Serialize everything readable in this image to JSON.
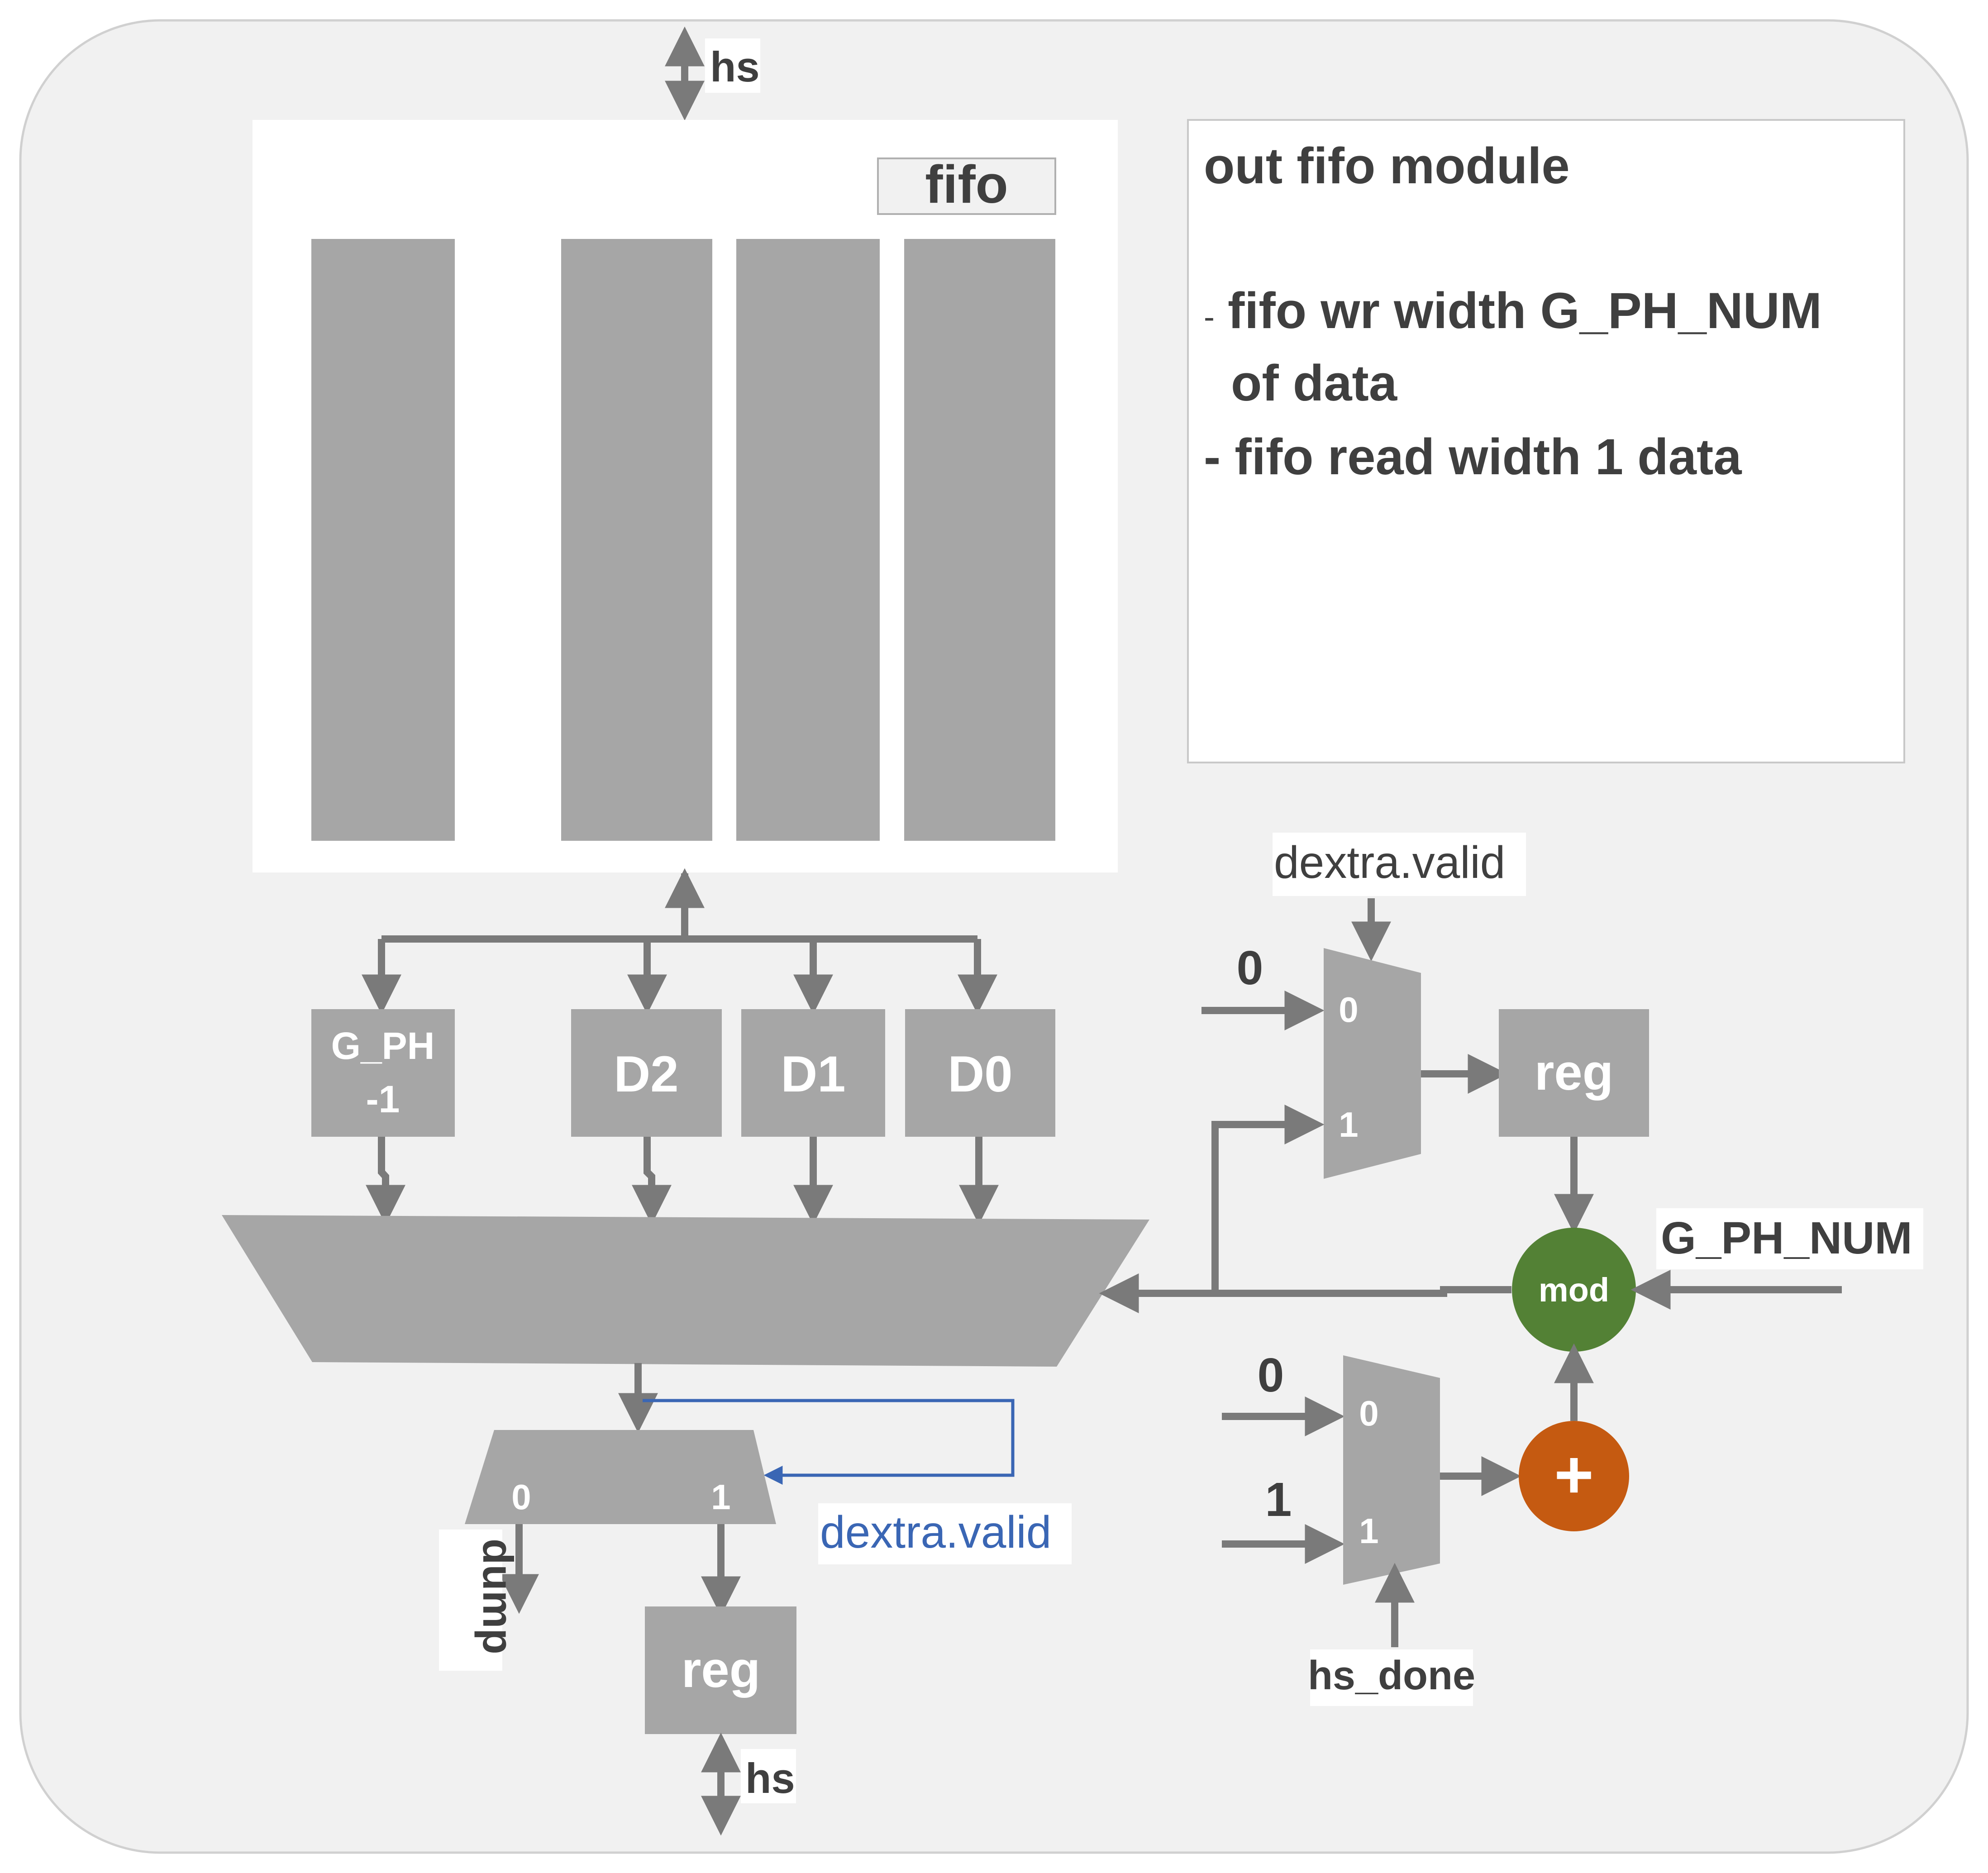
{
  "fifo_label": "fifo",
  "hs_top": "hs",
  "hs_bottom": "hs",
  "module_note": {
    "title": "out fifo module",
    "line1_dash": "-",
    "line1": "fifo wr width G_PH_NUM",
    "line2": "of data",
    "line3": "- fifo read width 1 data"
  },
  "registers": {
    "gph_line1": "G_PH",
    "gph_line2": "-1",
    "d2": "D2",
    "d1": "D1",
    "d0": "D0"
  },
  "out_mux": {
    "in0": "0",
    "in1": "1",
    "dump": "dump",
    "select": "dextra.valid"
  },
  "out_reg": "reg",
  "top_mux": {
    "select": "dextra.valid",
    "const_in": "0",
    "in0": "0",
    "in1": "1"
  },
  "top_reg": "reg",
  "mod_op": "mod",
  "gph_num": "G_PH_NUM",
  "bottom_mux": {
    "const0": "0",
    "const1": "1",
    "in0": "0",
    "in1": "1",
    "select": "hs_done"
  },
  "adder": "+",
  "colors": {
    "background": "#f1f1f1",
    "block": "#a6a6a6",
    "wire": "#7a7a7a",
    "text": "#3f3f3f",
    "mod_circle": "#538135",
    "adder_circle": "#c55a11",
    "select_wire": "#3a66b4"
  }
}
